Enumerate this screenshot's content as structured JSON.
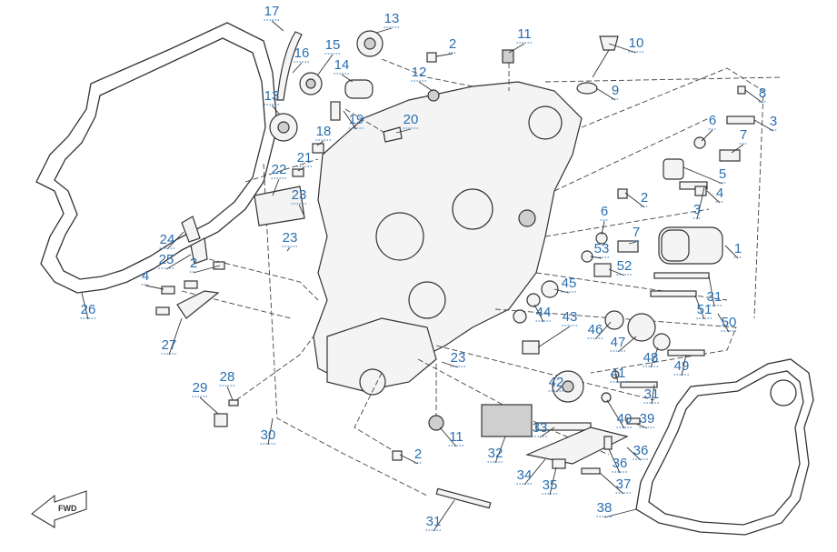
{
  "diagram": {
    "callouts": [
      "1",
      "2",
      "3",
      "4",
      "5",
      "6",
      "7",
      "8",
      "9",
      "10",
      "11",
      "12",
      "13",
      "14",
      "15",
      "16",
      "17",
      "18",
      "19",
      "20",
      "21",
      "22",
      "23",
      "24",
      "25",
      "26",
      "27",
      "28",
      "29",
      "30",
      "31",
      "32",
      "33",
      "34",
      "35",
      "36",
      "37",
      "38",
      "39",
      "40",
      "41",
      "42",
      "43",
      "44",
      "45",
      "46",
      "47",
      "48",
      "49",
      "50",
      "51",
      "52",
      "53"
    ],
    "fwd_label": "FWD"
  }
}
